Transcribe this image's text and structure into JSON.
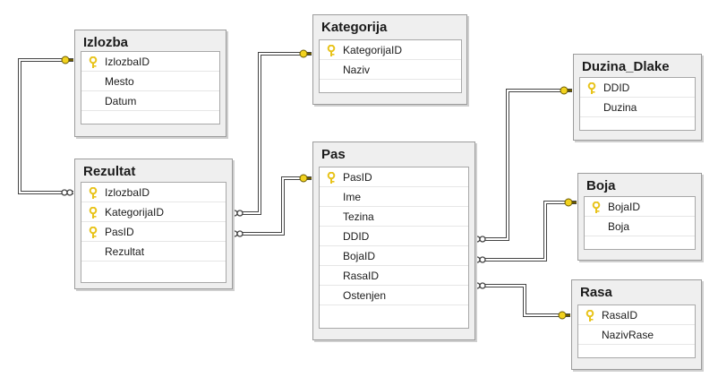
{
  "tables": {
    "izlozba": {
      "title": "Izlozba",
      "columns": [
        {
          "name": "IzlozbaID",
          "key": true
        },
        {
          "name": "Mesto"
        },
        {
          "name": "Datum"
        }
      ]
    },
    "kategorija": {
      "title": "Kategorija",
      "columns": [
        {
          "name": "KategorijaID",
          "key": true
        },
        {
          "name": "Naziv"
        }
      ]
    },
    "duzina": {
      "title": "Duzina_Dlake",
      "columns": [
        {
          "name": "DDID",
          "key": true
        },
        {
          "name": "Duzina"
        }
      ]
    },
    "rezultat": {
      "title": "Rezultat",
      "columns": [
        {
          "name": "IzlozbaID",
          "key": true
        },
        {
          "name": "KategorijaID",
          "key": true
        },
        {
          "name": "PasID",
          "key": true
        },
        {
          "name": "Rezultat"
        }
      ]
    },
    "pas": {
      "title": "Pas",
      "columns": [
        {
          "name": "PasID",
          "key": true
        },
        {
          "name": "Ime"
        },
        {
          "name": "Tezina"
        },
        {
          "name": "DDID"
        },
        {
          "name": "BojaID"
        },
        {
          "name": "RasaID"
        },
        {
          "name": "Ostenjen"
        }
      ]
    },
    "boja": {
      "title": "Boja",
      "columns": [
        {
          "name": "BojaID",
          "key": true
        },
        {
          "name": "Boja"
        }
      ]
    },
    "rasa": {
      "title": "Rasa",
      "columns": [
        {
          "name": "RasaID",
          "key": true
        },
        {
          "name": "NazivRase"
        }
      ]
    }
  },
  "relationships": [
    {
      "from": "rezultat",
      "to": "izlozba"
    },
    {
      "from": "rezultat",
      "to": "kategorija"
    },
    {
      "from": "rezultat",
      "to": "pas"
    },
    {
      "from": "pas",
      "to": "duzina"
    },
    {
      "from": "pas",
      "to": "boja"
    },
    {
      "from": "pas",
      "to": "rasa"
    }
  ],
  "colors": {
    "key": "#e8c31a",
    "line": "#444444",
    "key_end": "#f2d21e"
  }
}
